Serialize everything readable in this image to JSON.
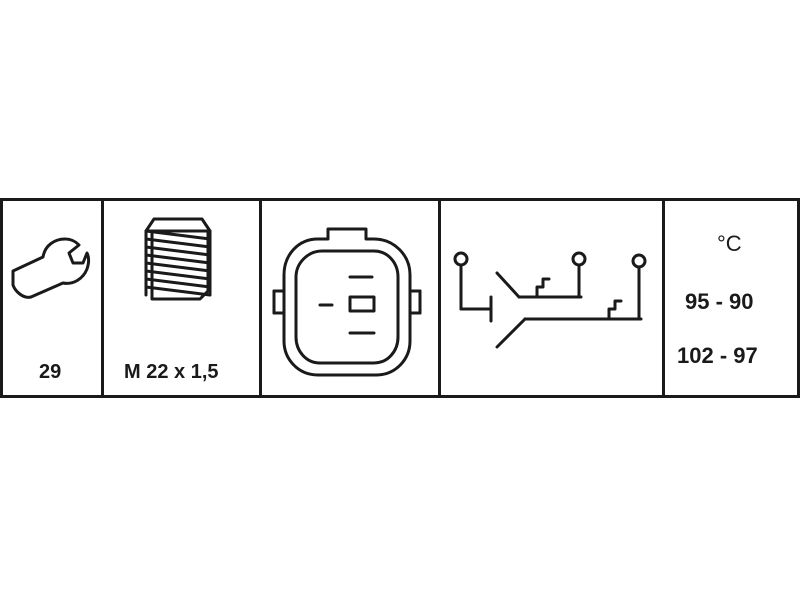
{
  "cells": {
    "wrench": {
      "icon": "wrench-icon",
      "size": "29"
    },
    "thread": {
      "icon": "threaded-bolt-icon",
      "spec": "M 22 x 1,5"
    },
    "connector": {
      "icon": "two-pin-connector-icon"
    },
    "circuit": {
      "icon": "switch-circuit-icon"
    },
    "temperature": {
      "unit": "°C",
      "range_1": "95 - 90",
      "range_2": "102 - 97"
    }
  }
}
